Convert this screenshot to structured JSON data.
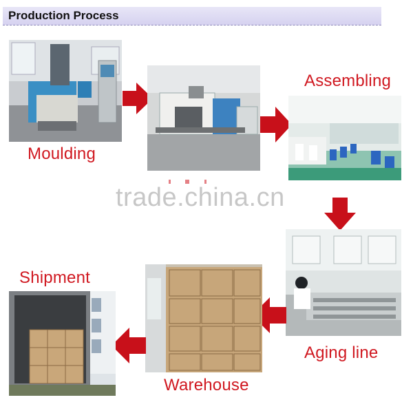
{
  "header": {
    "title": "Production Process"
  },
  "steps": {
    "moulding": {
      "label": "Moulding"
    },
    "assembling": {
      "label": "Assembling"
    },
    "aging": {
      "label": "Aging line"
    },
    "warehouse": {
      "label": "Warehouse"
    },
    "shipment": {
      "label": "Shipment"
    }
  },
  "watermark": {
    "text": "trade.china.cn"
  },
  "colors": {
    "accent_red": "#c8101a",
    "label_red": "#d01820",
    "header_bg": "#dcd8f2"
  },
  "icons": {
    "arrow": "red-arrow-icon"
  }
}
